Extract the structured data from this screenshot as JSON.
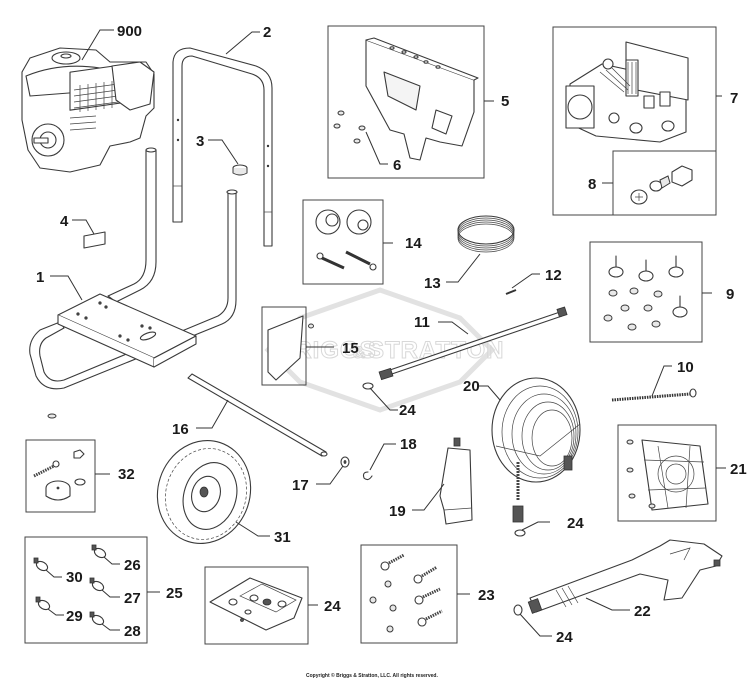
{
  "diagram": {
    "title": "Pressure Washer Exploded Parts Diagram",
    "watermark": "BRIGGS & STRATTON",
    "watermark_parts": [
      "BRIGGS",
      "&",
      "STRATTON"
    ],
    "copyright": "Copyright © Briggs & Stratton, LLC. All rights reserved.",
    "callouts": [
      {
        "id": "900",
        "part": "engine"
      },
      {
        "id": "2",
        "part": "upper handle"
      },
      {
        "id": "3",
        "part": "handle cap"
      },
      {
        "id": "4",
        "part": "label"
      },
      {
        "id": "1",
        "part": "frame"
      },
      {
        "id": "5",
        "part": "control panel"
      },
      {
        "id": "6",
        "part": "panel screws"
      },
      {
        "id": "7",
        "part": "pump"
      },
      {
        "id": "8",
        "part": "inlet fitting kit"
      },
      {
        "id": "9",
        "part": "isolator kit"
      },
      {
        "id": "10",
        "part": "bolt"
      },
      {
        "id": "11",
        "part": "spray wand"
      },
      {
        "id": "12",
        "part": "pin"
      },
      {
        "id": "13",
        "part": "coiled tube"
      },
      {
        "id": "14",
        "part": "knob kit"
      },
      {
        "id": "15",
        "part": "panel kit"
      },
      {
        "id": "16",
        "part": "axle"
      },
      {
        "id": "17",
        "part": "washer"
      },
      {
        "id": "18",
        "part": "clip"
      },
      {
        "id": "19",
        "part": "detergent bottle"
      },
      {
        "id": "20",
        "part": "high pressure hose"
      },
      {
        "id": "21",
        "part": "mounting plate kit"
      },
      {
        "id": "22",
        "part": "spray gun"
      },
      {
        "id": "23",
        "part": "screw kit"
      },
      {
        "id": "24",
        "part": "o-ring / bracket"
      },
      {
        "id": "25",
        "part": "nozzle kit"
      },
      {
        "id": "26",
        "part": "nozzle"
      },
      {
        "id": "27",
        "part": "nozzle"
      },
      {
        "id": "28",
        "part": "nozzle"
      },
      {
        "id": "29",
        "part": "nozzle"
      },
      {
        "id": "30",
        "part": "nozzle"
      },
      {
        "id": "31",
        "part": "wheel"
      },
      {
        "id": "32",
        "part": "foot kit"
      }
    ],
    "labels": {
      "c900": "900",
      "c2": "2",
      "c3": "3",
      "c4": "4",
      "c1": "1",
      "c5": "5",
      "c6": "6",
      "c7": "7",
      "c8": "8",
      "c9": "9",
      "c10": "10",
      "c11": "11",
      "c12": "12",
      "c13": "13",
      "c14": "14",
      "c15": "15",
      "c16": "16",
      "c17": "17",
      "c18": "18",
      "c19": "19",
      "c20": "20",
      "c21": "21",
      "c22": "22",
      "c23": "23",
      "c24a": "24",
      "c24b": "24",
      "c24c": "24",
      "c24d": "24",
      "c25": "25",
      "c26": "26",
      "c27": "27",
      "c28": "28",
      "c29": "29",
      "c30": "30",
      "c31": "31",
      "c32": "32"
    }
  }
}
